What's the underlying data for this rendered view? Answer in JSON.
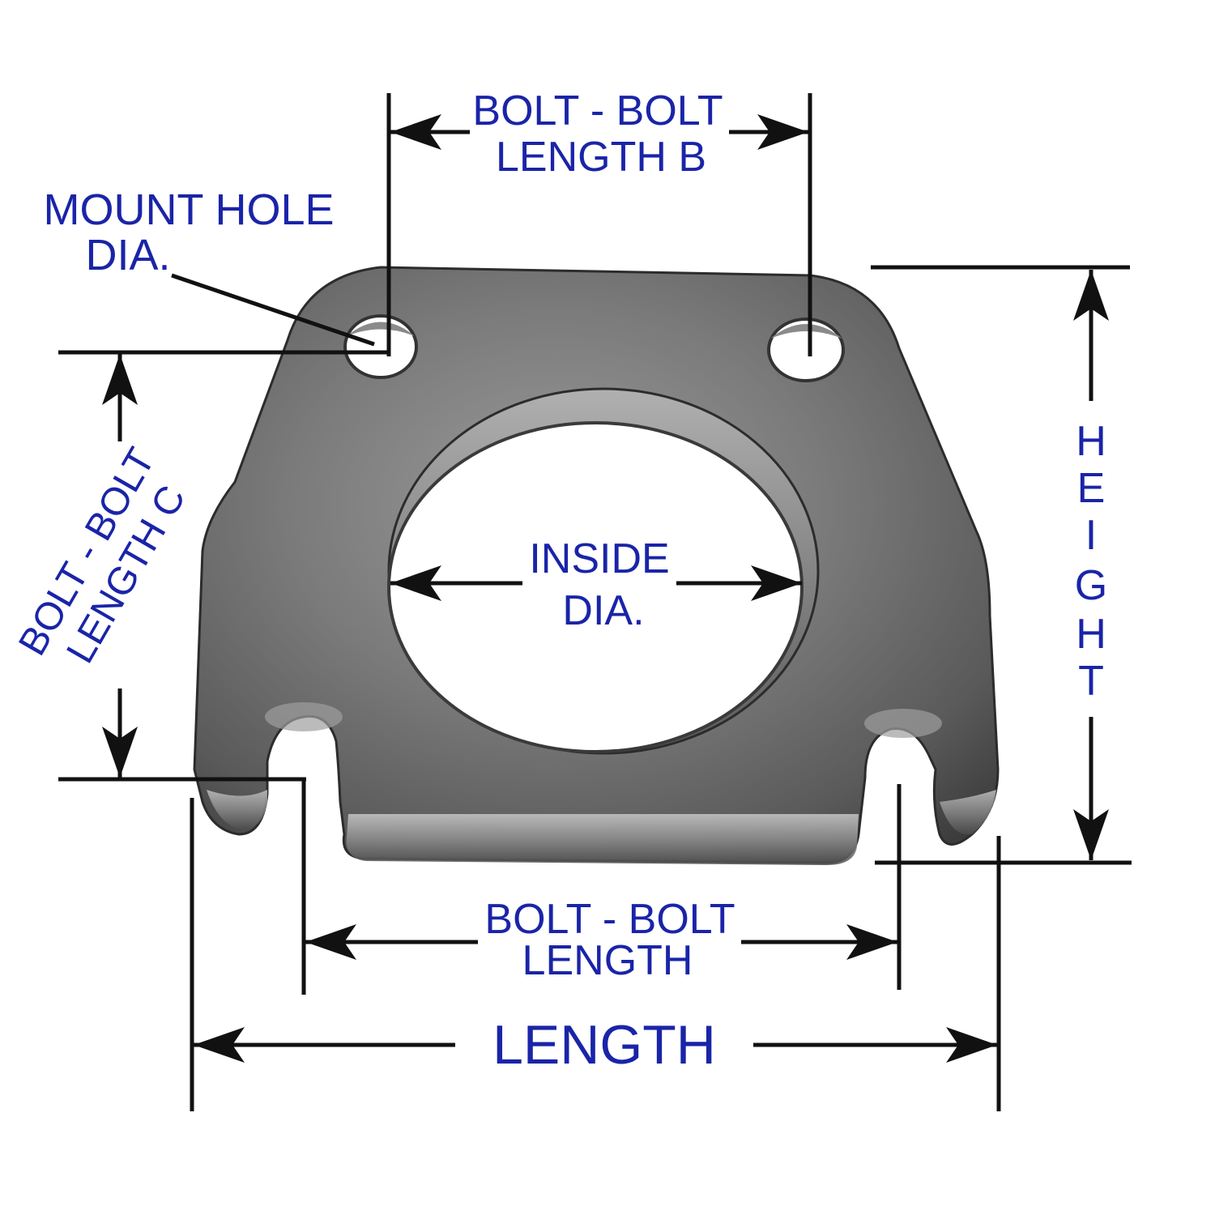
{
  "labels": {
    "bolt_bolt_b_line1": "BOLT - BOLT",
    "bolt_bolt_b_line2": "LENGTH B",
    "mount_hole_line1": "MOUNT HOLE",
    "mount_hole_line2": "DIA.",
    "bolt_bolt_c_line1": "BOLT - BOLT",
    "bolt_bolt_c_line2": "LENGTH C",
    "inside_dia_line1": "INSIDE",
    "inside_dia_line2": "DIA.",
    "height_letters": [
      "H",
      "E",
      "I",
      "G",
      "H",
      "T"
    ],
    "bolt_bolt_line1": "BOLT - BOLT",
    "bolt_bolt_line2": "LENGTH",
    "length": "LENGTH"
  },
  "colors": {
    "label_text": "#1a24a8",
    "dimension_lines": "#111111",
    "plate_metal": "#6e6e6e",
    "background": "#ffffff"
  }
}
